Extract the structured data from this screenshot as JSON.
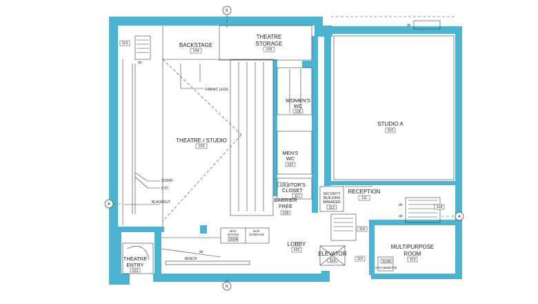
{
  "colors": {
    "wall": "#4cb3d0",
    "line": "#333333",
    "background": "#ffffff"
  },
  "grid": {
    "top_b": "B",
    "bottom_b": "B",
    "left_a": "A",
    "right_a": "A"
  },
  "rooms": {
    "backstage": {
      "name": "BACKSTAGE",
      "number": "104"
    },
    "theatre_storage": {
      "name_line1": "THEATRE",
      "name_line2": "STORAGE",
      "number": "105"
    },
    "theatre_studio": {
      "name": "THEATRE / STUDIO",
      "number": "103"
    },
    "womens_wc": {
      "name_line1": "WOMEN'S",
      "name_line2": "WC",
      "number": "106"
    },
    "mens_wc": {
      "name_line1": "MEN'S",
      "name_line2": "WC",
      "number": "107"
    },
    "janitors_closet": {
      "name_line1": "JANITOR'S",
      "name_line2": "CLOSET",
      "number": "108"
    },
    "barrier_free": {
      "name_line1": "BARRIER",
      "name_line2": "FREE",
      "number": "109"
    },
    "studio_a": {
      "name": "STUDIO A",
      "number": "110"
    },
    "reception": {
      "name": "RECEPTION",
      "number": "111"
    },
    "security": {
      "name_line1": "SECURITY",
      "name_line2": "/BUILDING",
      "name_line3": "MANAGER",
      "number": "112"
    },
    "multipurpose": {
      "name_line1": "MULTIPURPOSE",
      "name_line2": "ROOM",
      "number": "113"
    },
    "kitchenette": {
      "name": "KITCHENETTE",
      "number": "113A"
    },
    "elevator": {
      "name": "ELEVATOR",
      "number": "114"
    },
    "lobby": {
      "name": "LOBBY",
      "number": "102"
    },
    "theatre_entry": {
      "name_line1": "THEATRE",
      "name_line2": "ENTRY",
      "number": "101"
    },
    "box_office": {
      "name_line1": "BOX",
      "name_line2": "OFFICE",
      "number": "102A"
    },
    "bar": {
      "name_line1": "BAR",
      "name_line2": "STORAGE"
    }
  },
  "numbers": {
    "stair_nw": "119",
    "corridor_115": "115",
    "corridor_116": "116",
    "stair_e": "118",
    "passage_117": "117"
  },
  "annotations": {
    "fabric_legs": "FABRIC LEGS",
    "scrim": "SCRIM",
    "cyc": "CYC",
    "blackout": "BLACKOUT",
    "bench": "BENCH",
    "dn": "dn",
    "up": "up"
  }
}
